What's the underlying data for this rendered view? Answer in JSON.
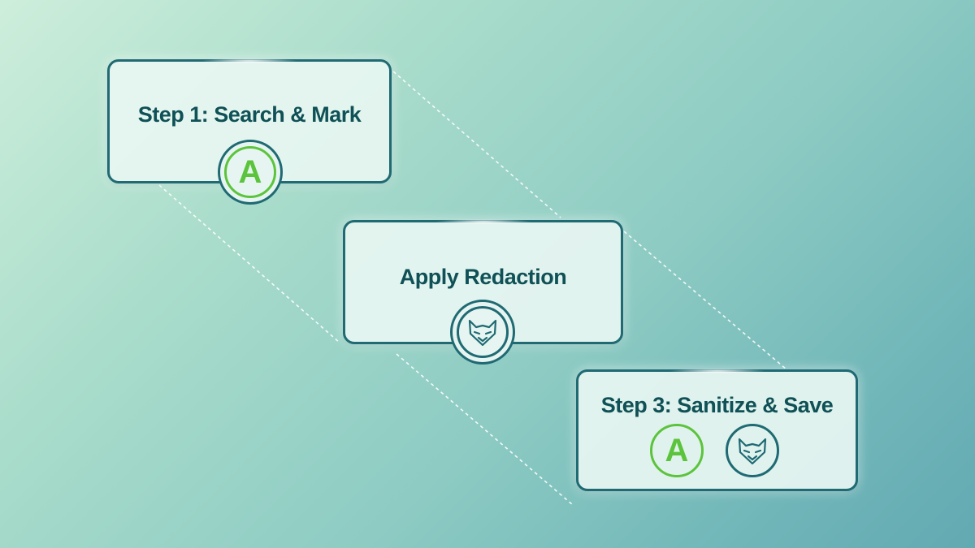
{
  "steps": [
    {
      "title": "Step 1: Search & Mark",
      "icon": "letter-a-icon",
      "icon_letter": "A"
    },
    {
      "title": "Apply Redaction",
      "icon": "fox-icon"
    },
    {
      "title": "Step 3: Sanitize & Save",
      "icons": [
        "letter-a-icon",
        "fox-icon"
      ],
      "icon_letter": "A"
    }
  ],
  "colors": {
    "card_border": "#1f6a73",
    "card_fill": "#e8f6f2",
    "title_text": "#0f5156",
    "accent_green": "#5cc43c",
    "connector": "#ffffff"
  }
}
